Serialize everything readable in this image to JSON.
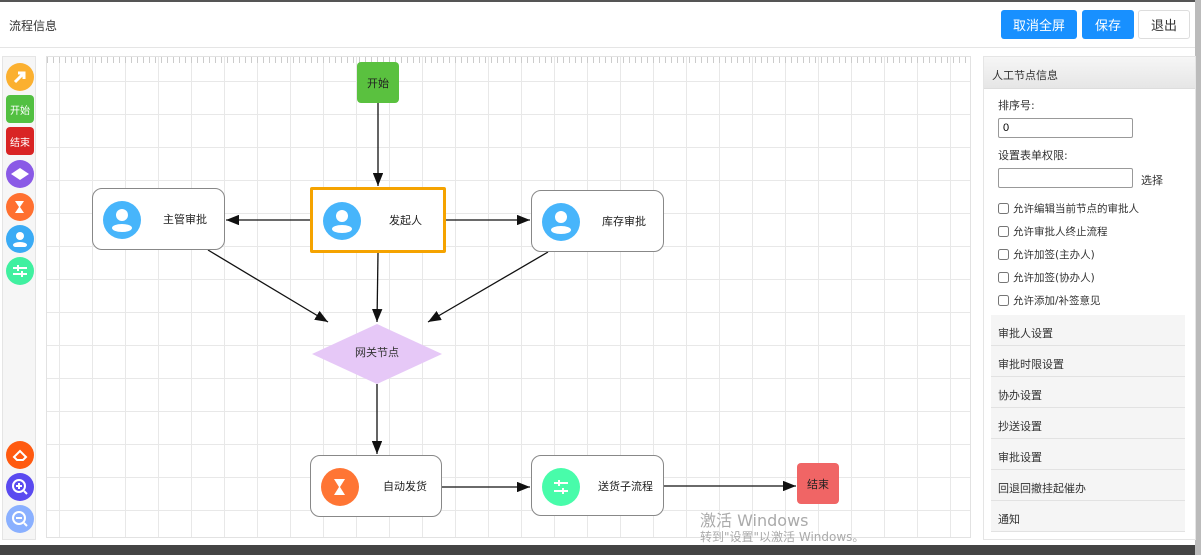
{
  "header": {
    "title": "流程信息",
    "buttons": {
      "exit_fullscreen": "取消全屏",
      "save": "保存",
      "exit": "退出"
    }
  },
  "toolbar": {
    "tools": [
      {
        "icon": "arrow-icon",
        "color": "#fbb030"
      },
      {
        "label": "开始",
        "color": "#52c041"
      },
      {
        "label": "结束",
        "color": "#d92424"
      },
      {
        "icon": "diamond-icon",
        "color": "#8a5ae6"
      },
      {
        "icon": "hourglass-icon",
        "color": "#ff7030"
      },
      {
        "icon": "user-icon",
        "color": "#3aabf5"
      },
      {
        "icon": "sliders-icon",
        "color": "#40f0a0"
      },
      {
        "icon": "eraser-icon",
        "color": "#ff5a10"
      },
      {
        "icon": "zoom-in-icon",
        "color": "#5a4af0"
      },
      {
        "icon": "zoom-out-icon",
        "color": "#8ab0ff"
      }
    ]
  },
  "flow": {
    "start": "开始",
    "initiator": "发起人",
    "manager": "主管审批",
    "inventory": "库存审批",
    "gateway": "网关节点",
    "auto_ship": "自动发货",
    "subprocess": "送货子流程",
    "end": "结束",
    "colors": {
      "start": "#5ac13f",
      "end": "#f06565",
      "gateway": "#e6c8f7",
      "selected": "#f5a300",
      "user": "#47b5fb",
      "auto": "#ff7534",
      "sub": "#48fcaa"
    }
  },
  "panel": {
    "title": "人工节点信息",
    "sort_label": "排序号:",
    "sort_value": "0",
    "form_perm_label": "设置表单权限:",
    "form_perm_value": "",
    "select": "选择",
    "checkboxes": [
      "允许编辑当前节点的审批人",
      "允许审批人终止流程",
      "允许加签(主办人)",
      "允许加签(协办人)",
      "允许添加/补签意见"
    ],
    "sections": [
      "审批人设置",
      "审批时限设置",
      "协办设置",
      "抄送设置",
      "审批设置",
      "回退回撤挂起催办",
      "通知"
    ]
  },
  "watermark": {
    "line1": "激活 Windows",
    "line2": "转到\"设置\"以激活 Windows。"
  }
}
